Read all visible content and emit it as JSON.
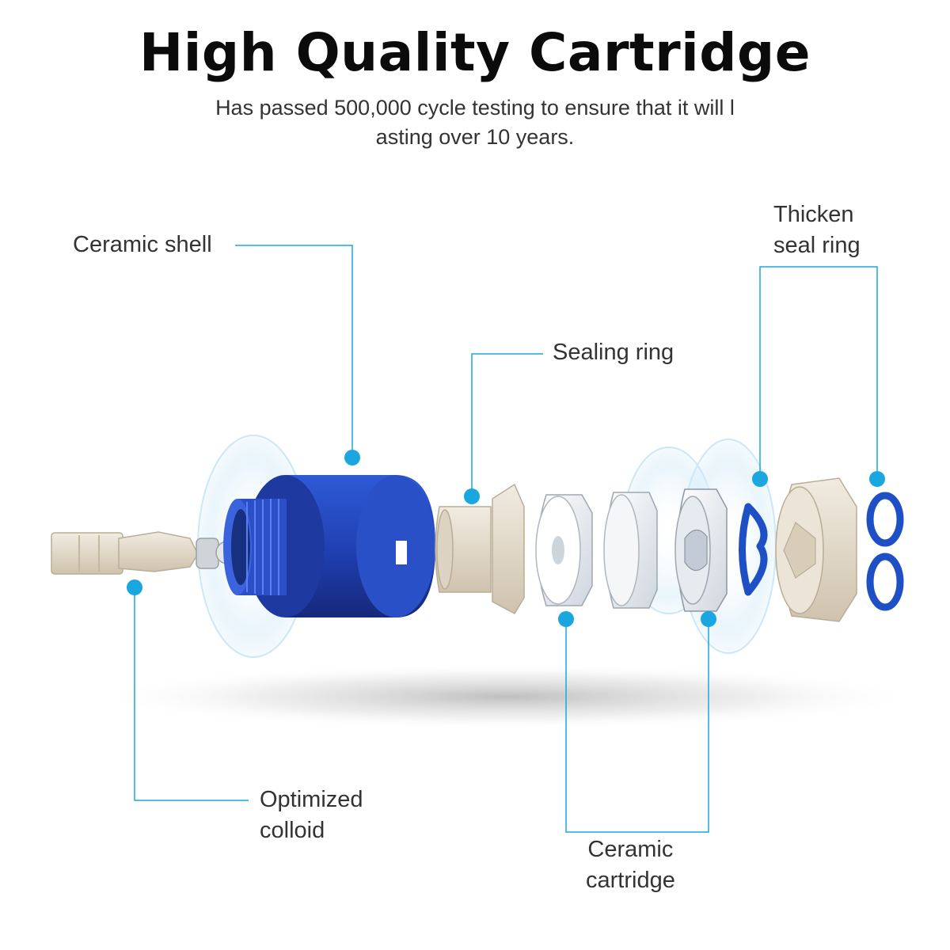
{
  "title": "High Quality Cartridge",
  "subtitle": "Has passed 500,000 cycle testing to ensure that it will l asting over 10 years.",
  "labels": {
    "ceramic_shell": "Ceramic shell",
    "thicken_seal_ring_line1": "Thicken",
    "thicken_seal_ring_line2": "seal ring",
    "sealing_ring": "Sealing ring",
    "optimized_colloid_line1": "Optimized",
    "optimized_colloid_line2": "colloid",
    "ceramic_cartridge_line1": "Ceramic",
    "ceramic_cartridge_line2": "cartridge"
  },
  "colors": {
    "leader_line": "#1aa7e0",
    "shell_blue": "#1e3fa8",
    "ring_blue": "#1f4fc4",
    "beige_part": "#e6dccb",
    "ceramic_white": "#eef1f4",
    "halo": "#d6ecf8"
  }
}
